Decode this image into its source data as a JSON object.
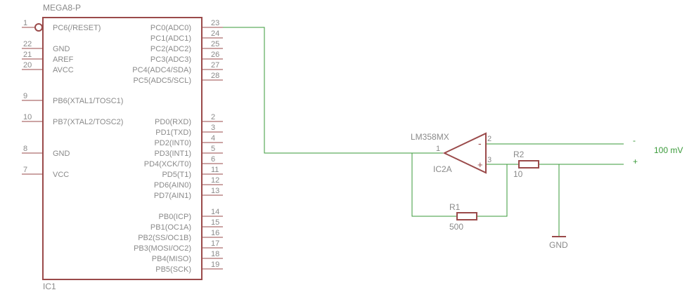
{
  "ic1": {
    "part": "MEGA8-P",
    "name": "IC1",
    "left_pins": [
      {
        "num": "1",
        "label": "PC6(/RESET)",
        "inverted": true
      },
      {
        "num": "22",
        "label": "GND"
      },
      {
        "num": "21",
        "label": "AREF"
      },
      {
        "num": "20",
        "label": "AVCC"
      },
      {
        "num": "9",
        "label": "PB6(XTAL1/TOSC1)"
      },
      {
        "num": "10",
        "label": "PB7(XTAL2/TOSC2)"
      },
      {
        "num": "8",
        "label": "GND"
      },
      {
        "num": "7",
        "label": "VCC"
      }
    ],
    "right_pins": [
      {
        "num": "23",
        "label": "PC0(ADC0)"
      },
      {
        "num": "24",
        "label": "PC1(ADC1)"
      },
      {
        "num": "25",
        "label": "PC2(ADC2)"
      },
      {
        "num": "26",
        "label": "PC3(ADC3)"
      },
      {
        "num": "27",
        "label": "PC4(ADC4/SDA)"
      },
      {
        "num": "28",
        "label": "PC5(ADC5/SCL)"
      },
      {
        "num": "2",
        "label": "PD0(RXD)"
      },
      {
        "num": "3",
        "label": "PD1(TXD)"
      },
      {
        "num": "4",
        "label": "PD2(INT0)"
      },
      {
        "num": "5",
        "label": "PD3(INT1)"
      },
      {
        "num": "6",
        "label": "PD4(XCK/T0)"
      },
      {
        "num": "11",
        "label": "PD5(T1)"
      },
      {
        "num": "12",
        "label": "PD6(AIN0)"
      },
      {
        "num": "13",
        "label": "PD7(AIN1)"
      },
      {
        "num": "14",
        "label": "PB0(ICP)"
      },
      {
        "num": "15",
        "label": "PB1(OC1A)"
      },
      {
        "num": "16",
        "label": "PB2(SS/OC1B)"
      },
      {
        "num": "17",
        "label": "PB3(MOSI/OC2)"
      },
      {
        "num": "18",
        "label": "PB4(MISO)"
      },
      {
        "num": "19",
        "label": "PB5(SCK)"
      }
    ]
  },
  "opamp": {
    "part": "LM358MX",
    "name": "IC2A",
    "pin_out": "1",
    "pin_inv": "2",
    "pin_noninv": "3",
    "minus_sign": "-",
    "plus_sign": "+"
  },
  "r1": {
    "name": "R1",
    "value": "500"
  },
  "r2": {
    "name": "R2",
    "value": "10"
  },
  "gnd": {
    "label": "GND"
  },
  "source": {
    "minus": "-",
    "plus": "+",
    "value": "100 mV"
  },
  "colors": {
    "wire": "#3a9a3a",
    "part": "#9a4a4a",
    "text": "#8a8a8a"
  }
}
